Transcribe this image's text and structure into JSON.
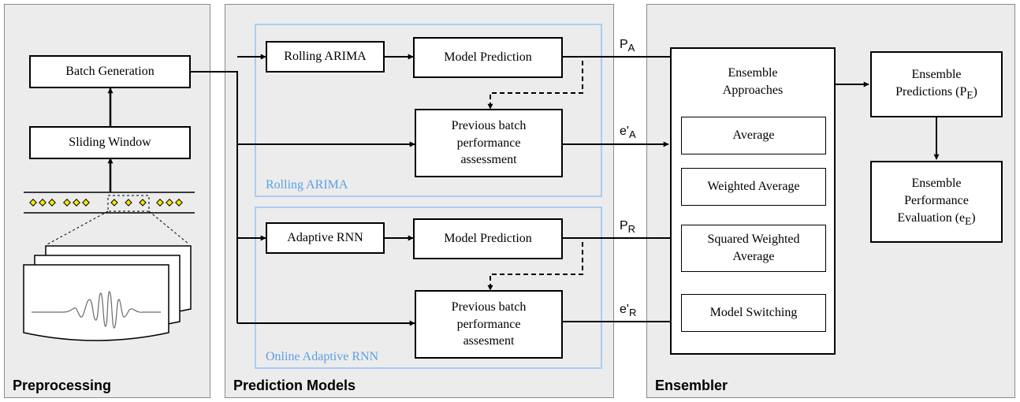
{
  "panels": {
    "preprocessing": "Preprocessing",
    "prediction_models": "Prediction Models",
    "ensembler": "Ensembler"
  },
  "preprocessing": {
    "batch_generation": "Batch Generation",
    "sliding_window": "Sliding Window"
  },
  "arima": {
    "group_title": "Rolling ARIMA",
    "model": "Rolling ARIMA",
    "prediction": "Model Prediction",
    "assessment": "Previous batch\nperformance\nassessment"
  },
  "rnn": {
    "group_title": "Online Adaptive RNN",
    "model": "Adaptive RNN",
    "prediction": "Model Prediction",
    "assessment": "Previous batch\nperformance\nassesment"
  },
  "signals": {
    "pa": {
      "main": "P",
      "sub": "A"
    },
    "ea": {
      "main": "e'",
      "sub": "A"
    },
    "pr": {
      "main": "P",
      "sub": "R"
    },
    "er": {
      "main": "e'",
      "sub": "R"
    }
  },
  "ensemble": {
    "title": "Ensemble\nApproaches",
    "methods": [
      "Average",
      "Weighted Average",
      "Squared Weighted\nAverage",
      "Model Switching"
    ],
    "predictions": {
      "text": "Ensemble\nPredictions (P",
      "sub": "E",
      "close": ")"
    },
    "evaluation": {
      "text": "Ensemble\nPerformance\nEvaluation (e",
      "sub": "E",
      "close": ")"
    }
  }
}
